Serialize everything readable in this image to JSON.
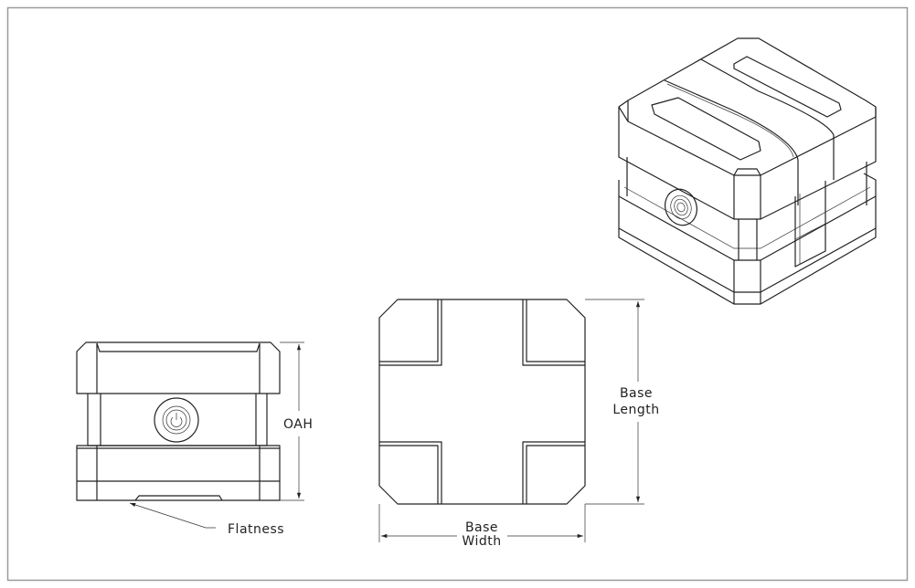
{
  "labels": {
    "oah": "OAH",
    "flatness": "Flatness",
    "base_length_1": "Base",
    "base_length_2": "Length",
    "base_width_1": "Base",
    "base_width_2": "Width"
  },
  "icons": [
    "power-button-icon"
  ]
}
